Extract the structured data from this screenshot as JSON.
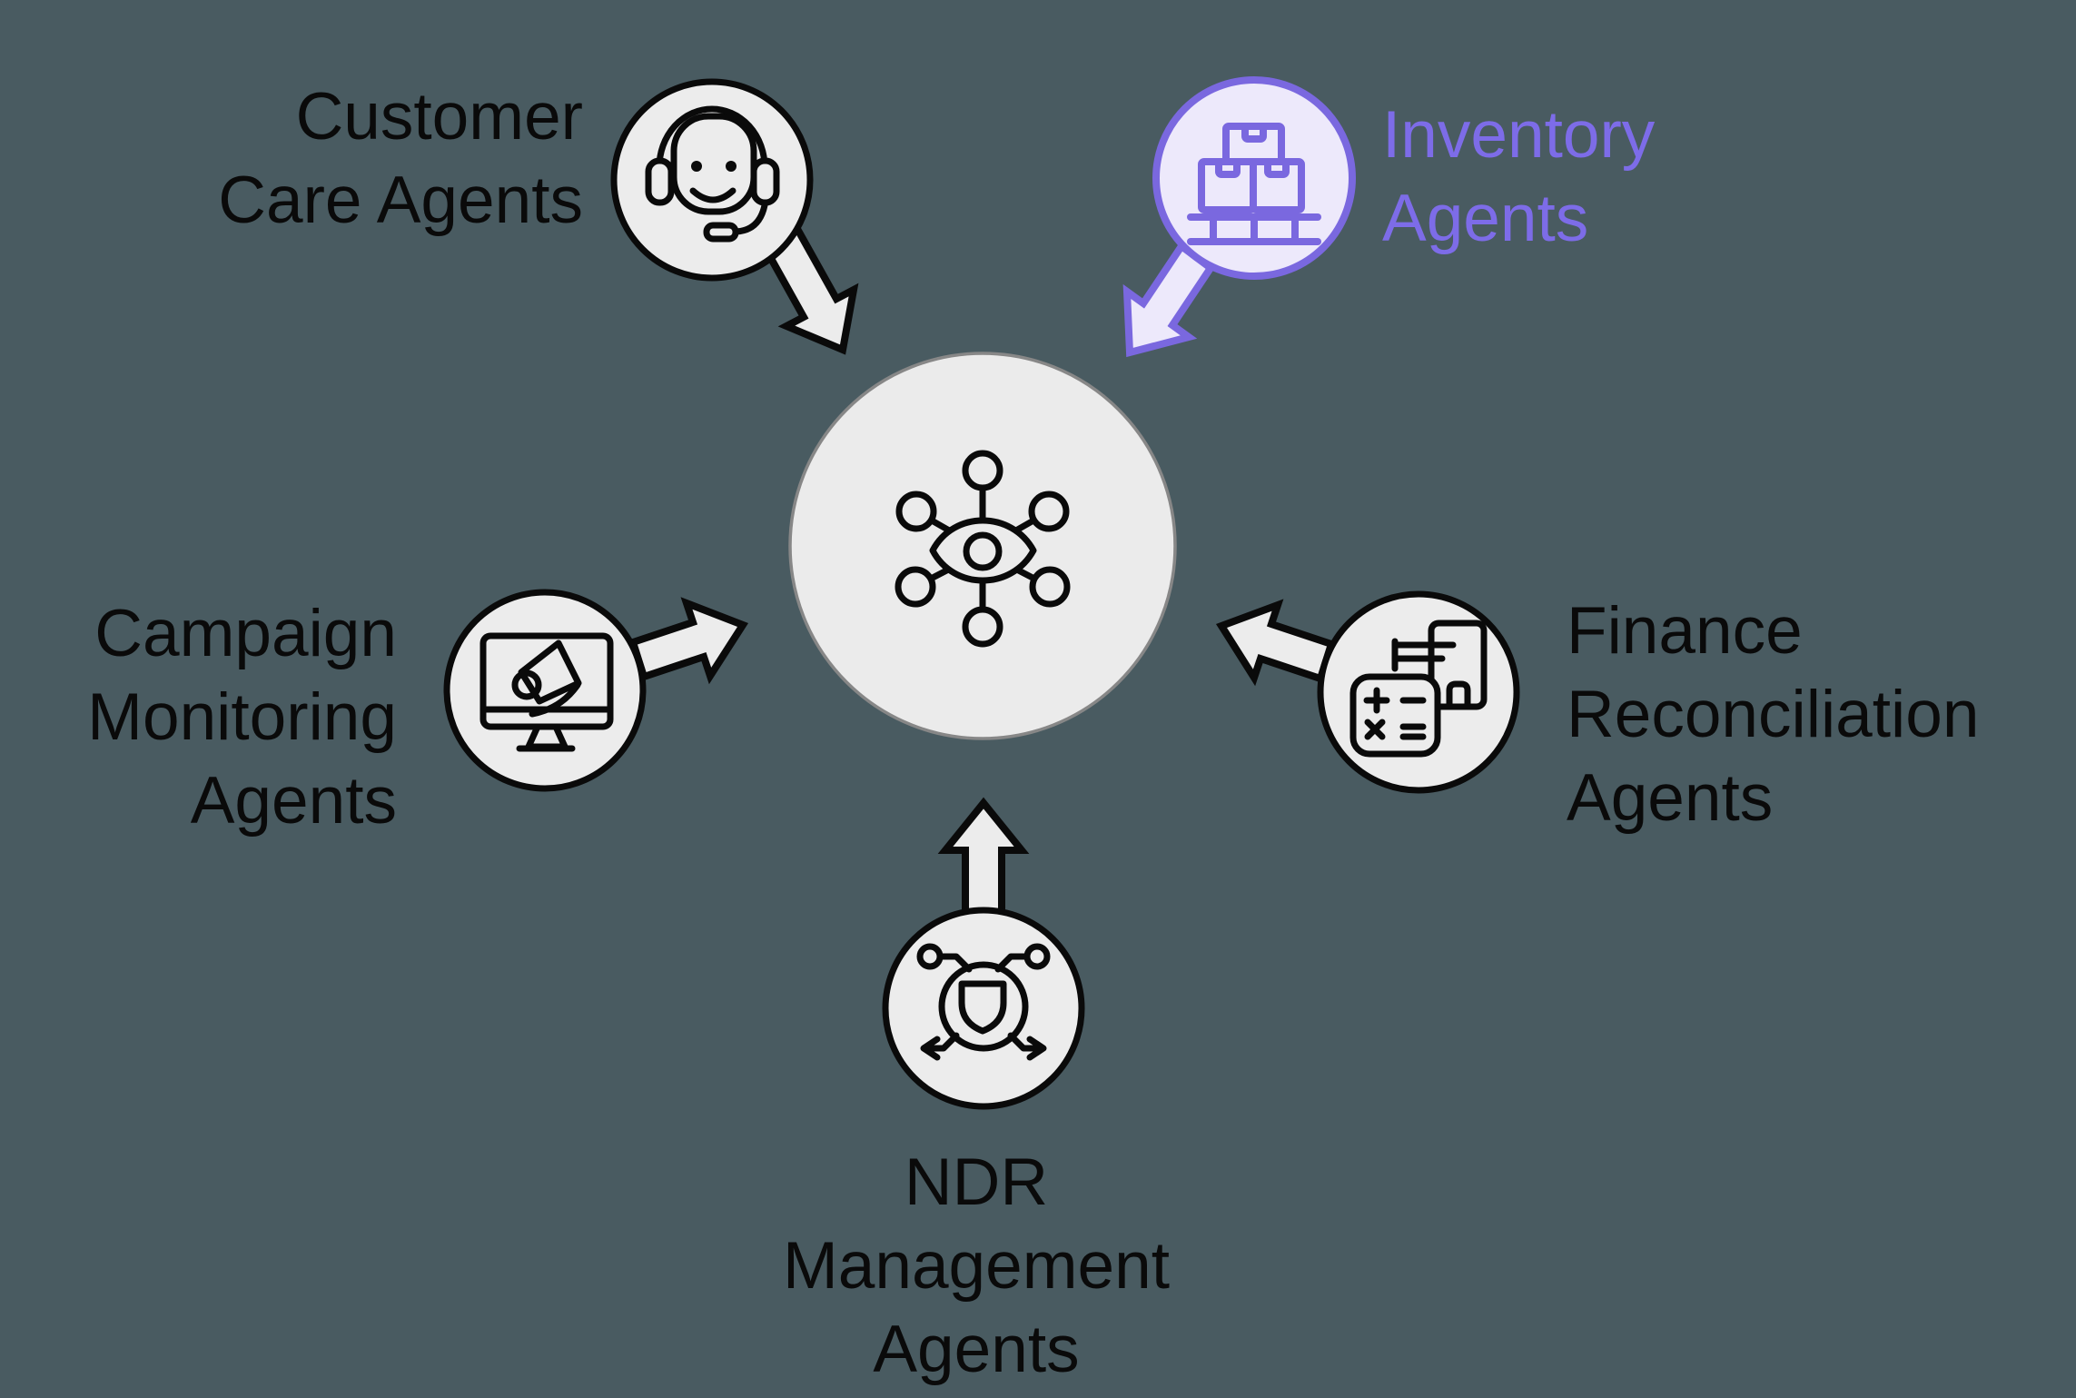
{
  "page": {
    "background_color": "#495B61"
  },
  "palette": {
    "node_fill": "#ECECEC",
    "hub_fill": "#EBEBEB",
    "hub_stroke": "#878787",
    "line_black": "#0A0A0A",
    "text_black": "#0A0A0A",
    "purple_stroke": "#7A68DF",
    "purple_fill": "#EDE9FB",
    "purple_text": "#7D6CE8"
  },
  "hub": {
    "icon": "eye-network-icon"
  },
  "nodes": {
    "customer_care": {
      "label": "Customer\nCare Agents",
      "icon": "headset-agent-icon"
    },
    "inventory": {
      "label": "Inventory\nAgents",
      "icon": "inventory-pallet-icon",
      "highlighted": true
    },
    "campaign_monitoring": {
      "label": "Campaign\nMonitoring\nAgents",
      "icon": "monitor-megaphone-icon"
    },
    "finance_reconciliation": {
      "label": "Finance\nReconciliation\nAgents",
      "icon": "calculator-document-icon"
    },
    "ndr_management": {
      "label": "NDR\nManagement\nAgents",
      "icon": "shield-network-icon"
    }
  }
}
